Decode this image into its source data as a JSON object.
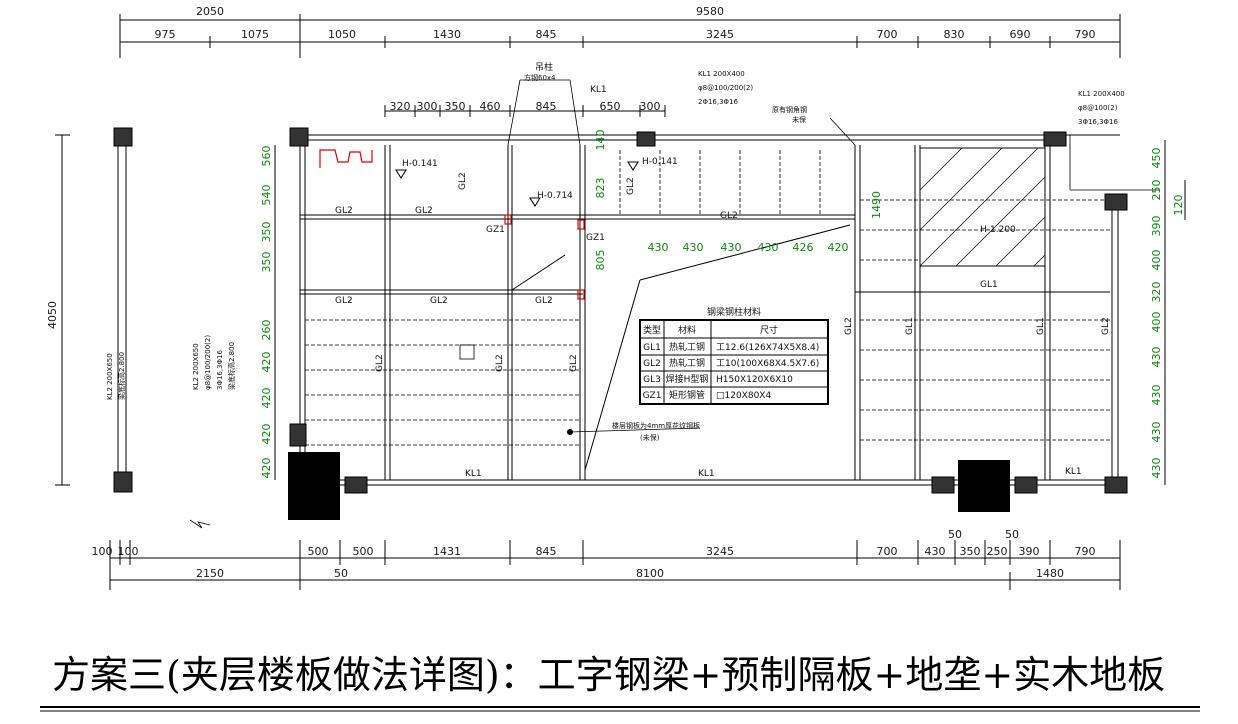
{
  "title": "方案三(夹层楼板做法详图)：工字钢梁+预制隔板+地垄+实木地板",
  "dims": {
    "top_overall": [
      "2050",
      "9580"
    ],
    "top_row": [
      "975",
      "1075",
      "1050",
      "1430",
      "845",
      "3245",
      "700",
      "830",
      "690",
      "790"
    ],
    "sub_row": [
      "320",
      "300",
      "350",
      "460",
      "845",
      "650",
      "300"
    ],
    "green_row": [
      "430",
      "430",
      "430",
      "430",
      "426",
      "420"
    ],
    "left_col": [
      "560",
      "540",
      "350",
      "350",
      "260",
      "420",
      "420",
      "420",
      "420"
    ],
    "mid_col": [
      "140",
      "823",
      "805",
      "1490"
    ],
    "right_col": [
      "450",
      "250",
      "390",
      "400",
      "320",
      "400",
      "430",
      "430",
      "430",
      "430",
      "120"
    ],
    "overall_height": "4050",
    "bottom_row": [
      "100",
      "100",
      "500",
      "500",
      "1431",
      "845",
      "3245",
      "700",
      "430",
      "350",
      "250",
      "390",
      "790"
    ],
    "bottom_small": [
      "50",
      "50"
    ],
    "bottom_overall": [
      "2150",
      "50",
      "8100",
      "1480"
    ]
  },
  "labels": {
    "gl2_a": "GL2",
    "gl2_b": "GL2",
    "gl2_c": "GL2",
    "gl2_d": "GL2",
    "gl2_e": "GL2",
    "gl2_f": "GL2",
    "kl1_a": "KL1",
    "kl1_b": "KL1",
    "kl1_c": "KL1",
    "kl1_d": "KL1",
    "gl1": "GL1",
    "gz1_a": "GZ1",
    "gz1_b": "GZ1",
    "level_a": "H-0.141",
    "level_b": "H-0.141",
    "level_c": "H-0.714",
    "level_d": "H-1.200",
    "hanger": "吊柱",
    "hanger_spec": "方钢60x4",
    "gl2_v1": "GL2",
    "gl2_v2": "GL2",
    "gl2_v3": "GL2",
    "gl2_v4": "GL2",
    "gl2_v5": "GL2",
    "gl2_v6": "GL2",
    "gl1_v1": "GL1",
    "gl1_v2": "GL1",
    "gl2_v7": "GL2"
  },
  "notes": {
    "kl1_top": [
      "KL1 200X400",
      "φ8@100/200(2)",
      "2Φ16,3Φ16"
    ],
    "kl1_right": [
      "KL1 200X400",
      "φ8@100(2)",
      "3Φ16,3Φ16"
    ],
    "steel_angle": "原有钢角钢",
    "steel_angle_sub": "未保",
    "plate": "楼层钢板为4mm厚花纹钢板",
    "plate_sub": "(未保)",
    "kl2_left": [
      "KL2 200X650",
      "梁底标高2.800"
    ],
    "kl2_mid": [
      "KL2 200X650",
      "φ8@100/200(2)",
      "3Φ16,3Φ16",
      "梁底标高2.800"
    ]
  },
  "table": {
    "title": "钢梁钢柱材料",
    "headers": [
      "类型",
      "材料",
      "尺寸"
    ],
    "rows": [
      [
        "GL1",
        "热轧工钢",
        "工12.6(126X74X5X8.4)"
      ],
      [
        "GL2",
        "热轧工钢",
        "工10(100X68X4.5X7.6)"
      ],
      [
        "GL3",
        "焊接H型钢",
        "H150X120X6X10"
      ],
      [
        "GZ1",
        "矩形钢管",
        "□120X80X4"
      ]
    ]
  }
}
